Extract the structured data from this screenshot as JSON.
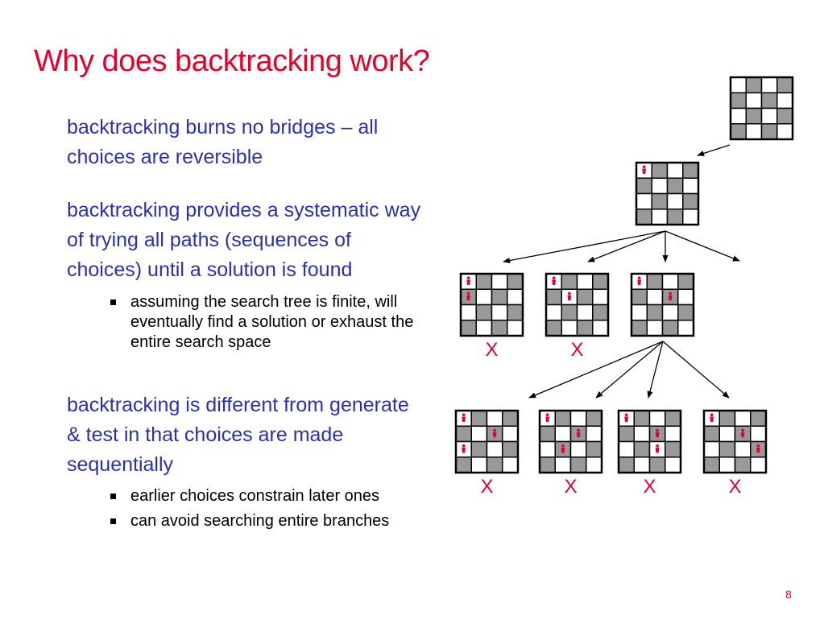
{
  "slide": {
    "title": "Why does backtracking work?",
    "point1": "backtracking burns no bridges – all choices are reversible",
    "point2": "backtracking provides a systematic way of trying all paths (sequences of choices) until a solution is found",
    "point2_bullets": [
      "assuming the search tree is finite, will eventually find a solution or exhaust the entire search space"
    ],
    "point3": "backtracking is different from generate & test in that choices are made sequentially",
    "point3_bullets": [
      "earlier choices constrain later ones",
      "can avoid searching entire branches"
    ],
    "page_number": "8"
  },
  "diagram": {
    "board_size": 4,
    "queen_icon": "queen-icon",
    "fail_mark": "X",
    "colors": {
      "dark_square": "#999999",
      "light_square": "#ffffff",
      "queen": "#e8002a",
      "fail": "#e8002a",
      "border": "#000000"
    },
    "nodes": [
      {
        "id": "root",
        "queens": [],
        "failed": false
      },
      {
        "id": "level1",
        "queens": [
          [
            0,
            0
          ]
        ],
        "failed": false
      },
      {
        "id": "level2-a",
        "queens": [
          [
            0,
            0
          ],
          [
            1,
            0
          ]
        ],
        "failed": true
      },
      {
        "id": "level2-b",
        "queens": [
          [
            0,
            0
          ],
          [
            1,
            1
          ]
        ],
        "failed": true
      },
      {
        "id": "level2-c",
        "queens": [
          [
            0,
            0
          ],
          [
            1,
            2
          ]
        ],
        "failed": false
      },
      {
        "id": "level3-a",
        "queens": [
          [
            0,
            0
          ],
          [
            1,
            2
          ],
          [
            2,
            0
          ]
        ],
        "failed": true
      },
      {
        "id": "level3-b",
        "queens": [
          [
            0,
            0
          ],
          [
            1,
            2
          ],
          [
            2,
            1
          ]
        ],
        "failed": true
      },
      {
        "id": "level3-c",
        "queens": [
          [
            0,
            0
          ],
          [
            1,
            2
          ],
          [
            2,
            2
          ]
        ],
        "failed": true
      },
      {
        "id": "level3-d",
        "queens": [
          [
            0,
            0
          ],
          [
            1,
            2
          ],
          [
            2,
            3
          ]
        ],
        "failed": true
      }
    ]
  }
}
